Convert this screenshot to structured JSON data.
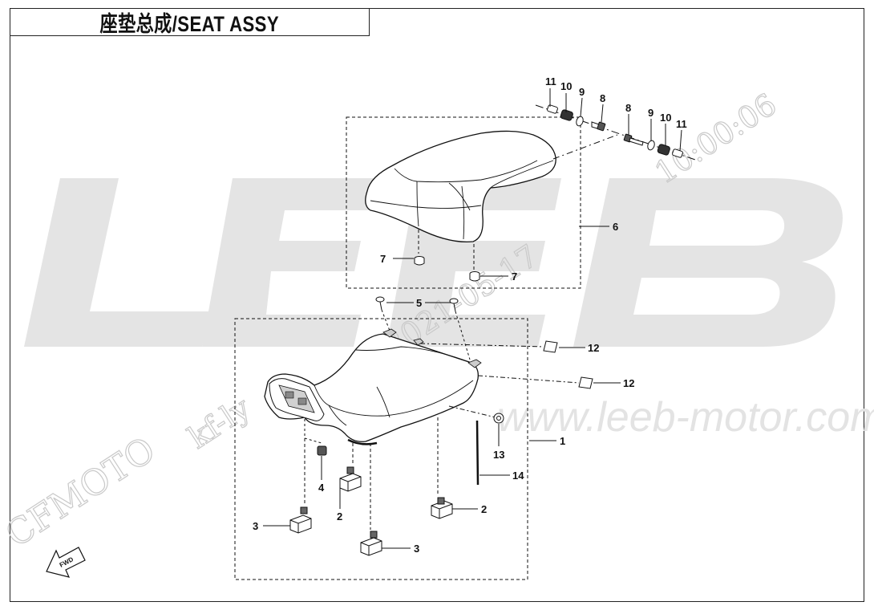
{
  "title": "座垫总成/SEAT ASSY",
  "watermark": {
    "brand": "LEEB",
    "url": "www.leeb-motor.com",
    "maker": "CFMOTO",
    "user": "kf-ly",
    "date": "2021-05-17",
    "time": "10:00:06"
  },
  "fwd_label": "FWD",
  "callouts": {
    "p11a": "11",
    "p10a": "10",
    "p9a": "9",
    "p8a": "8",
    "p8b": "8",
    "p9b": "9",
    "p10b": "10",
    "p11b": "11",
    "p6": "6",
    "p7a": "7",
    "p7b": "7",
    "p5": "5",
    "p12a": "12",
    "p12b": "12",
    "p1": "1",
    "p13": "13",
    "p14": "14",
    "p4": "4",
    "p2a": "2",
    "p2b": "2",
    "p3a": "3",
    "p3b": "3"
  },
  "colors": {
    "line": "#111111",
    "watermark": "#d6d6d6",
    "part_fill": "#ffffff",
    "shade": "#bdbdbd"
  }
}
